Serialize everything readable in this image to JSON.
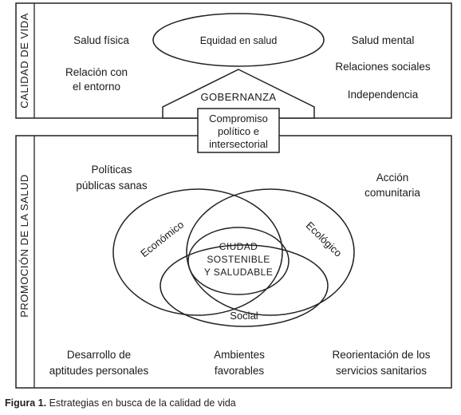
{
  "top_box": {
    "side_label": "CALIDAD DE VIDA",
    "center_oval": "Equidad en salud",
    "left_items": [
      "Salud física",
      "Relación con",
      "el entorno"
    ],
    "right_items": [
      "Salud mental",
      "Relaciones sociales",
      "Independencia"
    ]
  },
  "connector": {
    "arrow_label": "GOBERNANZA",
    "box_lines": [
      "Compromiso",
      "político e",
      "intersectorial"
    ]
  },
  "bottom_box": {
    "side_label": "PROMOCIÓN DE LA SALUD",
    "top_left": [
      "Políticas",
      "públicas sanas"
    ],
    "top_right": [
      "Acción",
      "comunitaria"
    ],
    "bottom_left": [
      "Desarrollo de",
      "aptitudes personales"
    ],
    "bottom_center": [
      "Ambientes",
      "favorables"
    ],
    "bottom_right": [
      "Reorientación de los",
      "servicios sanitarios"
    ],
    "venn": {
      "left": "Económico",
      "right": "Ecológico",
      "bottom": "Social",
      "center": [
        "CIUDAD",
        "SOSTENIBLE",
        "Y SALUDABLE"
      ]
    }
  },
  "caption": {
    "label": "Figura 1.",
    "text": "Estrategias en busca de la calidad de vida"
  }
}
